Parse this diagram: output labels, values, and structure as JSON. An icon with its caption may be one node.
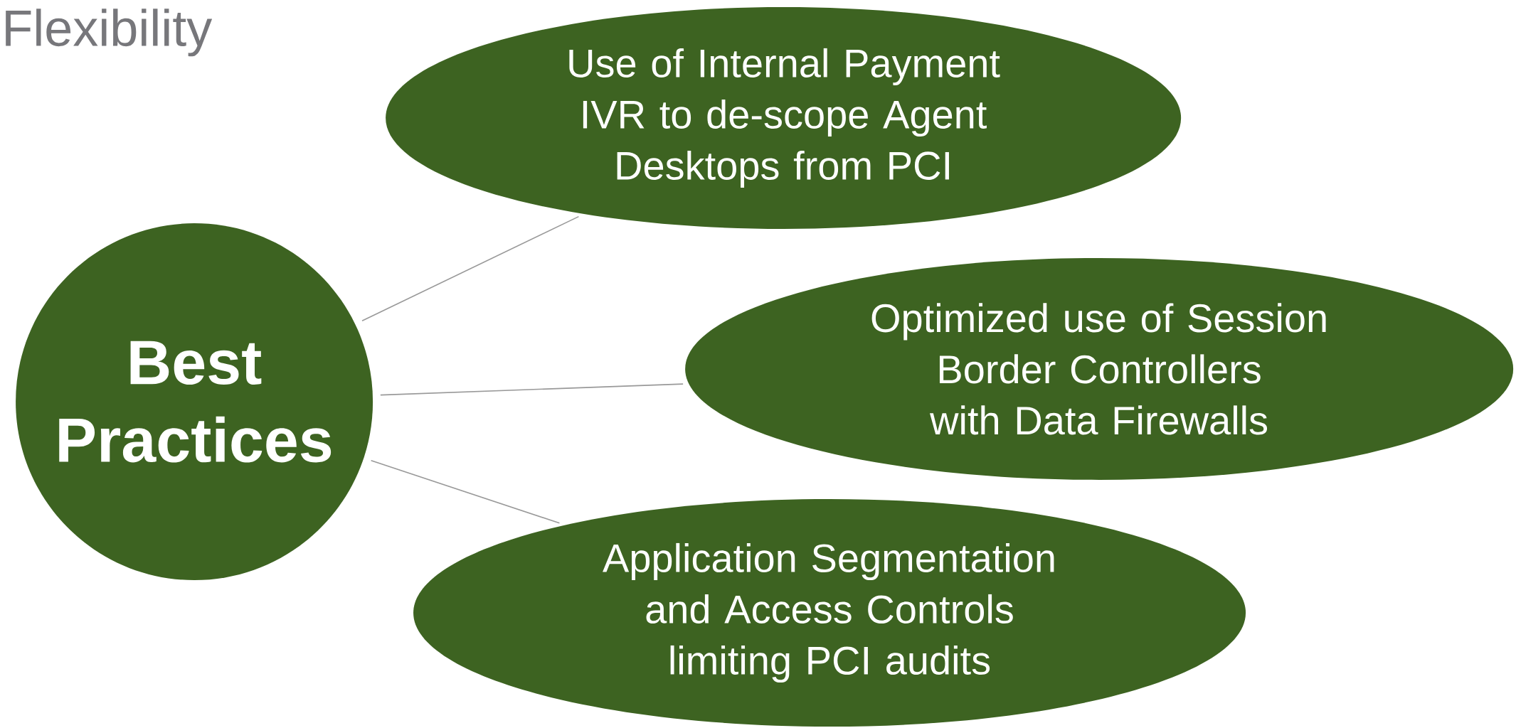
{
  "diagram": {
    "title": "Flexibility",
    "nodes": [
      {
        "text": [
          "Best Practices"
        ]
      },
      {
        "text": [
          "Use of Internal Payment IVR to de-scope Agent Desktops from PCI"
        ]
      },
      {
        "text": [
          "Optimized use of Session Border Controllers with Data Firewalls"
        ]
      },
      {
        "text": [
          "Application Segmentation and Access Controls limiting PCI audits"
        ]
      }
    ],
    "edges": [
      {
        "from": 0,
        "to": 1,
        "arrow": "none"
      },
      {
        "from": 0,
        "to": 2,
        "arrow": "none"
      },
      {
        "from": 0,
        "to": 3,
        "arrow": "none"
      }
    ]
  }
}
